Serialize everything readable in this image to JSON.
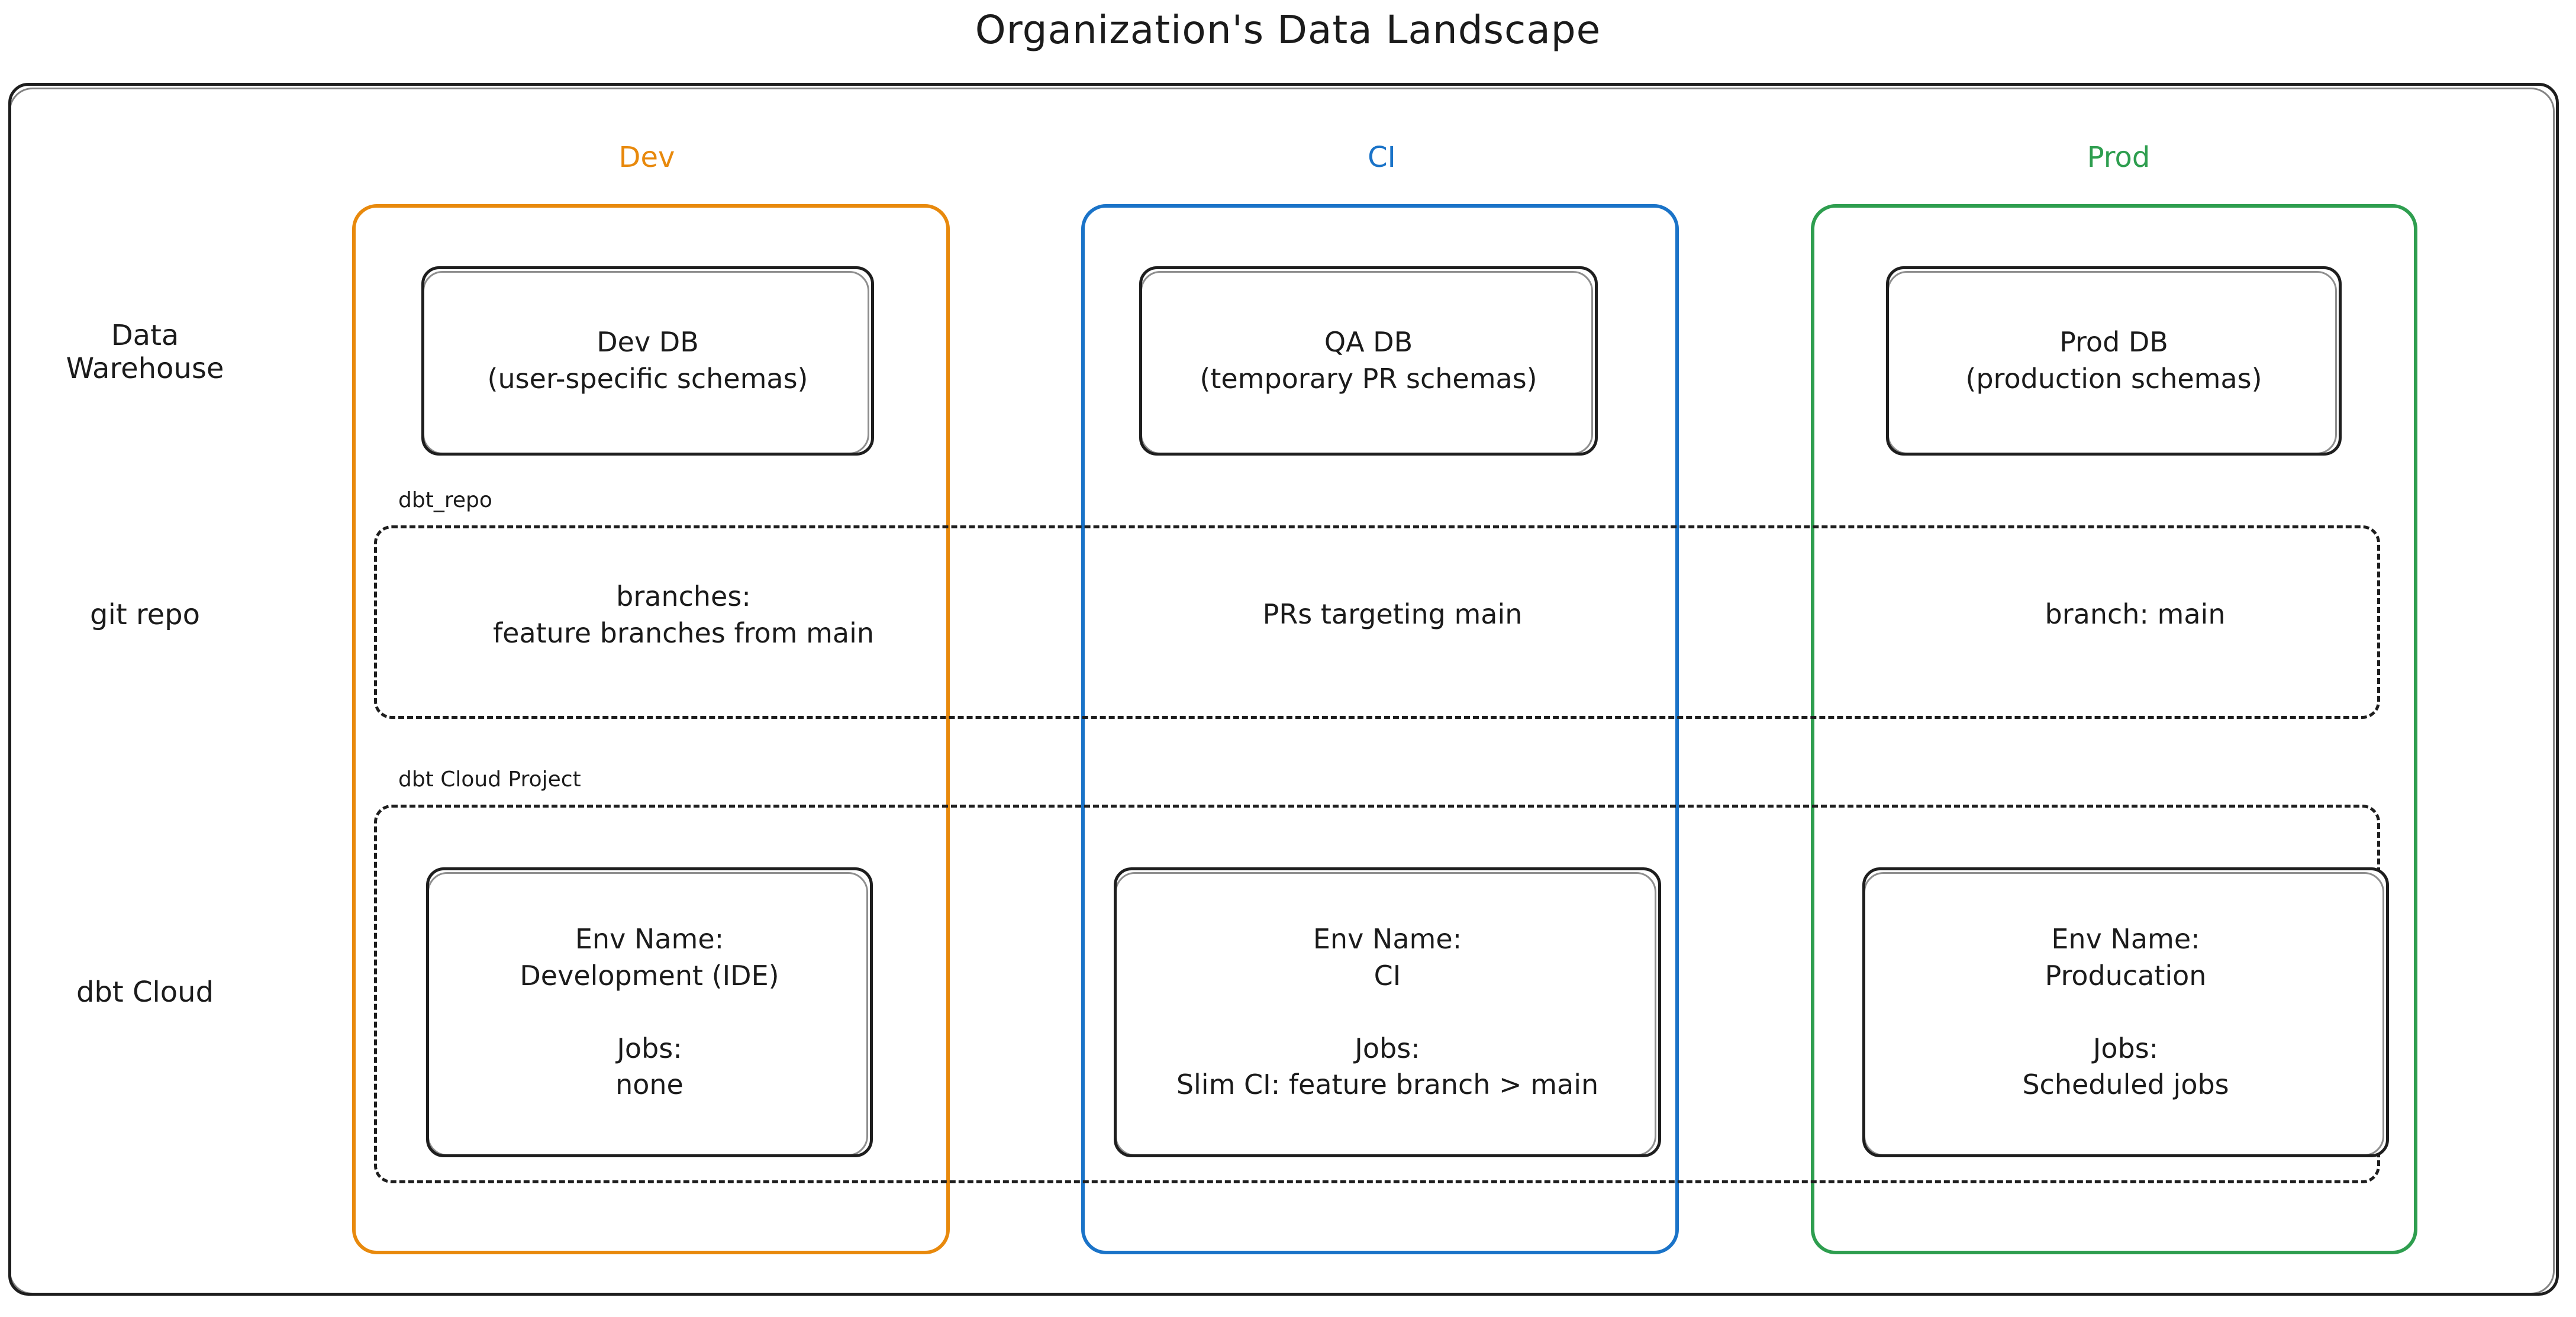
{
  "title": "Organization's Data Landscape",
  "colors": {
    "dev": "#e8890c",
    "ci": "#1a73c8",
    "prod": "#2e9e4f",
    "ink": "#1e1e1e",
    "background": "#ffffff"
  },
  "columns": [
    {
      "key": "dev",
      "label": "Dev"
    },
    {
      "key": "ci",
      "label": "CI"
    },
    {
      "key": "prod",
      "label": "Prod"
    }
  ],
  "rows": [
    {
      "key": "data_warehouse",
      "label": "Data\nWarehouse"
    },
    {
      "key": "git_repo",
      "label": "git repo"
    },
    {
      "key": "dbt_cloud",
      "label": "dbt Cloud"
    }
  ],
  "groups": {
    "repo_label": "dbt_repo",
    "cloud_label": "dbt Cloud Project"
  },
  "data_warehouse": {
    "dev": "Dev DB\n(user-specific schemas)",
    "ci": "QA DB\n(temporary PR schemas)",
    "prod": "Prod DB\n(production schemas)"
  },
  "git_repo": {
    "dev": "branches:\nfeature branches from main",
    "ci": "PRs targeting main",
    "prod": "branch: main"
  },
  "dbt_cloud": {
    "dev": "Env Name:\nDevelopment (IDE)\n\nJobs:\nnone",
    "ci": "Env Name:\nCI\n\nJobs:\nSlim CI: feature branch > main",
    "prod": "Env Name:\nProducation\n\nJobs:\nScheduled jobs"
  }
}
